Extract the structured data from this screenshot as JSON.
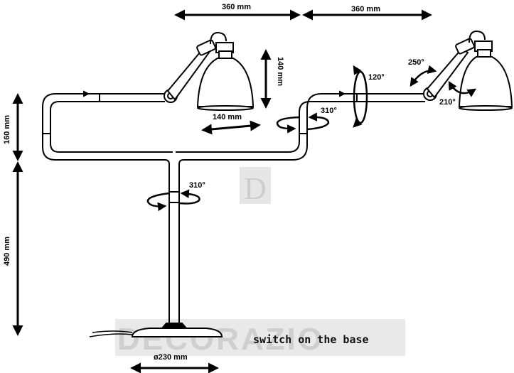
{
  "dimensions": {
    "top_left_width": "360 mm",
    "top_right_width": "360 mm",
    "shade_height": "140 mm",
    "shade_depth": "140 mm",
    "upper_height": "160 mm",
    "lower_height": "490 mm",
    "base_diameter": "ø230 mm"
  },
  "rotations": {
    "elbow_tilt": "120°",
    "arm_swivel": "310°",
    "shade_swivel": "250°",
    "shade_tilt": "210°",
    "stem_swivel": "310°"
  },
  "caption": "switch on the base",
  "watermark": {
    "logo_letter": "D",
    "text": "DECORAZIO"
  },
  "colors": {
    "line": "#000000",
    "watermark": "#cfcfcf"
  }
}
